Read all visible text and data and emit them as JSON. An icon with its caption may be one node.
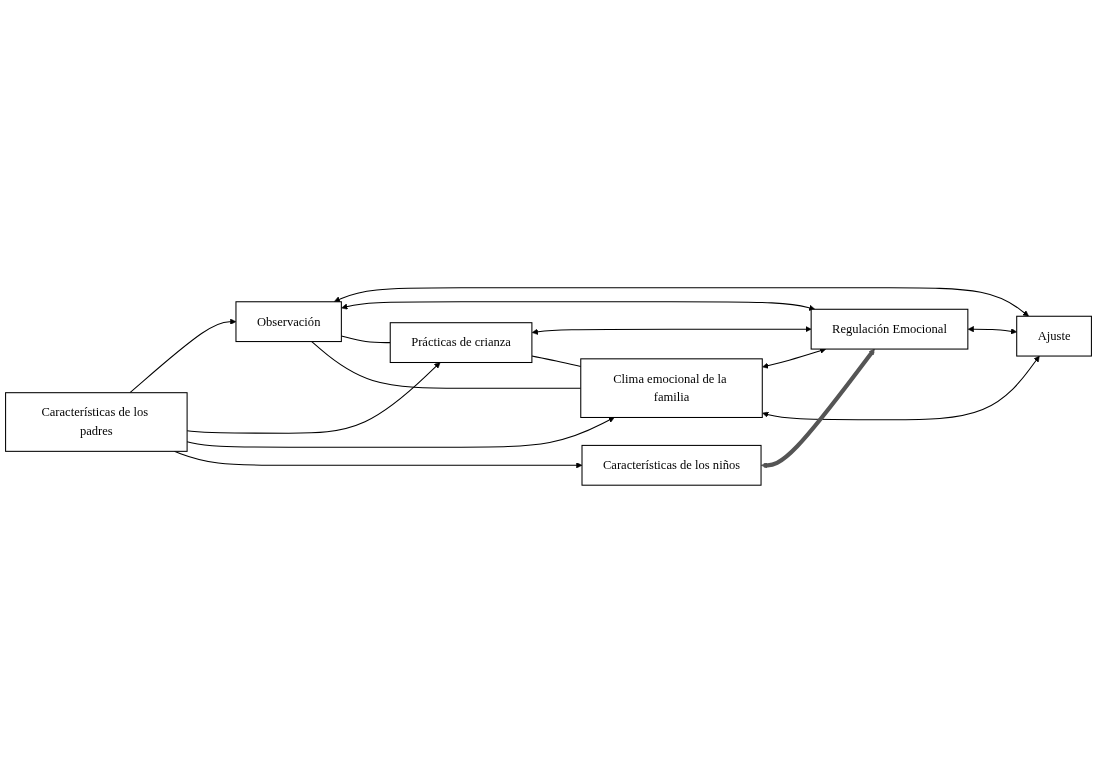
{
  "diagram": {
    "nodes": [
      {
        "text": [
          "Observación"
        ]
      },
      {
        "text": [
          "Prácticas de crianza"
        ]
      },
      {
        "text": [
          "Clima emocional de la familia"
        ]
      },
      {
        "text": [
          "Regulación Emocional"
        ]
      },
      {
        "text": [
          "Ajuste"
        ]
      },
      {
        "text": [
          "Características de los padres"
        ]
      },
      {
        "text": [
          "Características de los niños"
        ]
      }
    ],
    "edges": [
      {
        "from": 0,
        "to": 4,
        "arrow": "both"
      },
      {
        "from": 0,
        "to": 3,
        "arrow": "both"
      },
      {
        "from": 1,
        "to": 3,
        "arrow": "both"
      },
      {
        "from": 3,
        "to": 4,
        "arrow": "both"
      },
      {
        "from": 2,
        "to": 3,
        "arrow": "both"
      },
      {
        "from": 2,
        "to": 4,
        "arrow": "both"
      },
      {
        "from": 0,
        "to": 1,
        "arrow": "none"
      },
      {
        "from": 0,
        "to": 2,
        "arrow": "none"
      },
      {
        "from": 1,
        "to": 2,
        "arrow": "none"
      },
      {
        "from": 5,
        "to": 0,
        "arrow": "to"
      },
      {
        "from": 5,
        "to": 1,
        "arrow": "to"
      },
      {
        "from": 5,
        "to": 2,
        "arrow": "to"
      },
      {
        "from": 5,
        "to": 6,
        "arrow": "to"
      },
      {
        "from": 6,
        "to": 3,
        "arrow": "both",
        "style": "thick",
        "color": "#555555"
      }
    ]
  }
}
